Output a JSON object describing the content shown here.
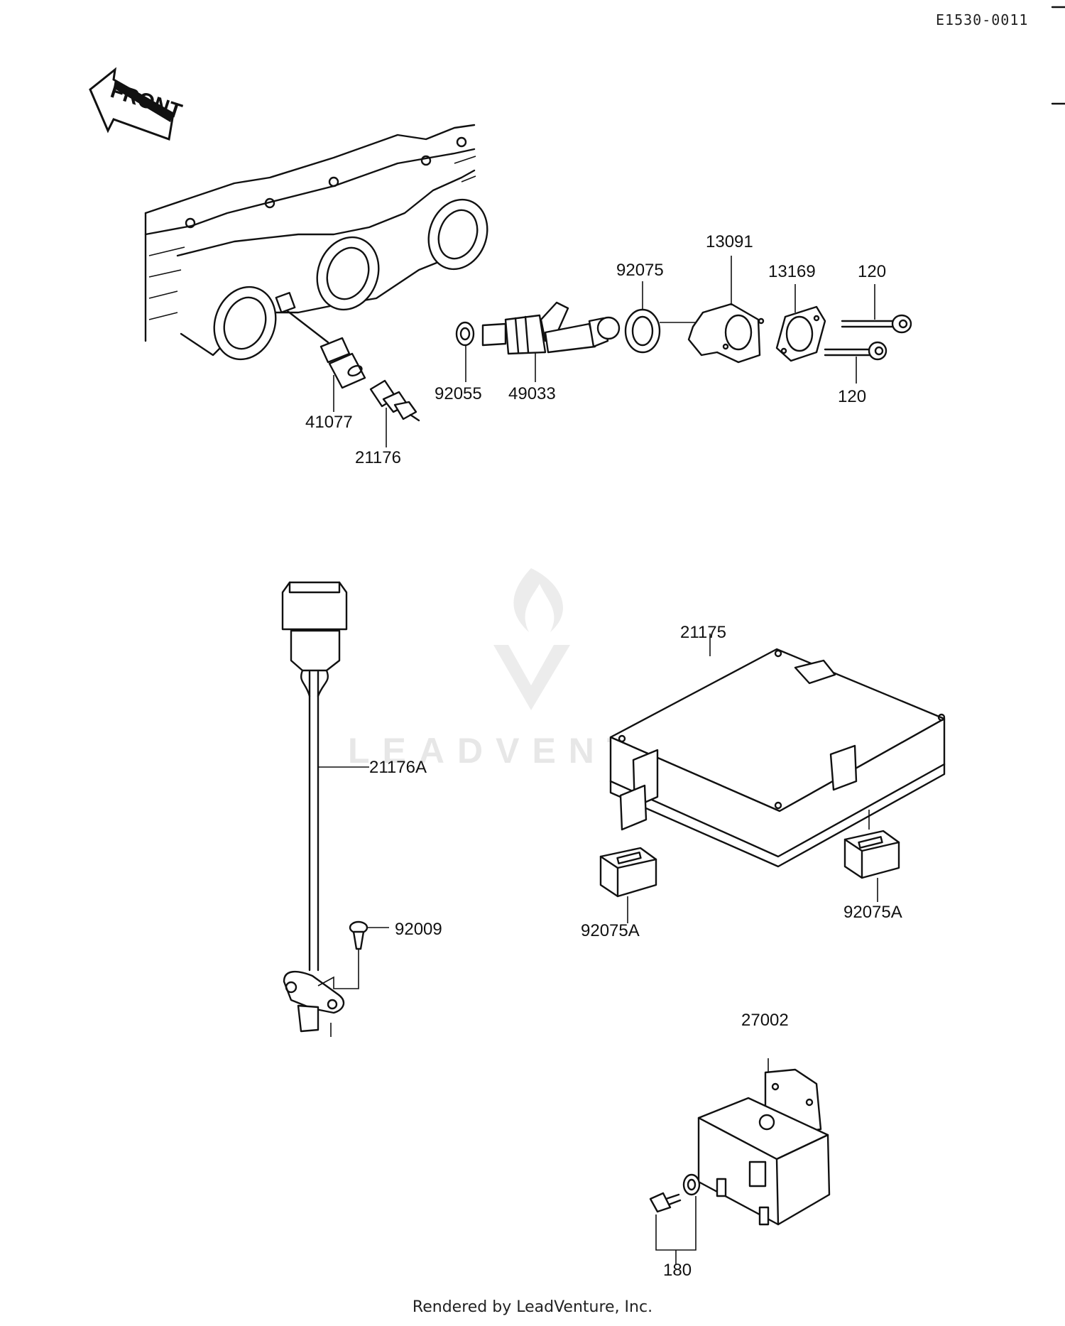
{
  "header": {
    "diagram_code": "E1530-0011"
  },
  "orientation": {
    "front_label": "FRONT"
  },
  "parts": [
    {
      "id": "p41077",
      "number": "41077"
    },
    {
      "id": "p21176",
      "number": "21176"
    },
    {
      "id": "p92055",
      "number": "92055"
    },
    {
      "id": "p49033",
      "number": "49033"
    },
    {
      "id": "p92075",
      "number": "92075"
    },
    {
      "id": "p13091",
      "number": "13091"
    },
    {
      "id": "p13169",
      "number": "13169"
    },
    {
      "id": "p120a",
      "number": "120"
    },
    {
      "id": "p120b",
      "number": "120"
    },
    {
      "id": "p21176A",
      "number": "21176A"
    },
    {
      "id": "p92009",
      "number": "92009"
    },
    {
      "id": "p21175",
      "number": "21175"
    },
    {
      "id": "p92075A_l",
      "number": "92075A"
    },
    {
      "id": "p92075A_r",
      "number": "92075A"
    },
    {
      "id": "p27002",
      "number": "27002"
    },
    {
      "id": "p180",
      "number": "180"
    }
  ],
  "watermark": {
    "text": "LEADVENTURE"
  },
  "footer": {
    "text": "Rendered by LeadVenture, Inc."
  }
}
